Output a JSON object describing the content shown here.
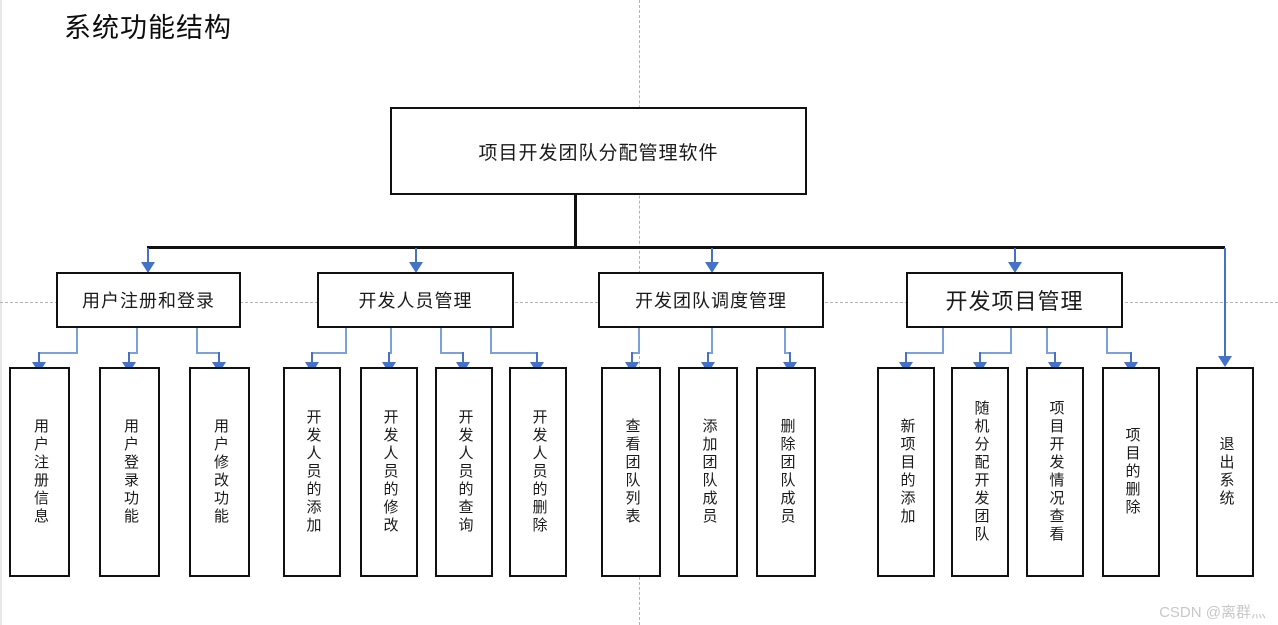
{
  "diagram": {
    "title": "系统功能结构",
    "watermark": "CSDN @离群灬",
    "accent_color": "#4472c4",
    "accent_light_color": "#7ba0da",
    "box_border_color": "#111111",
    "guide_color": "#b4b4b4",
    "background_color": "#ffffff"
  },
  "root": {
    "label": "项目开发团队分配管理软件"
  },
  "branches": [
    {
      "label": "用户注册和登录",
      "children": [
        {
          "label": "用户注册信息"
        },
        {
          "label": "用户登录功能"
        },
        {
          "label": "用户修改功能"
        }
      ]
    },
    {
      "label": "开发人员管理",
      "children": [
        {
          "label": "开发人员的添加"
        },
        {
          "label": "开发人员的修改"
        },
        {
          "label": "开发人员的查询"
        },
        {
          "label": "开发人员的删除"
        }
      ]
    },
    {
      "label": "开发团队调度管理",
      "children": [
        {
          "label": "查看团队列表"
        },
        {
          "label": "添加团队成员"
        },
        {
          "label": "删除团队成员"
        }
      ]
    },
    {
      "label": "开发项目管理",
      "children": [
        {
          "label": "新项目的添加"
        },
        {
          "label": "随机分配开发团队"
        },
        {
          "label": "项目开发情况查看"
        },
        {
          "label": "项目的删除"
        }
      ]
    }
  ],
  "standalone": {
    "label": "退出系统"
  }
}
